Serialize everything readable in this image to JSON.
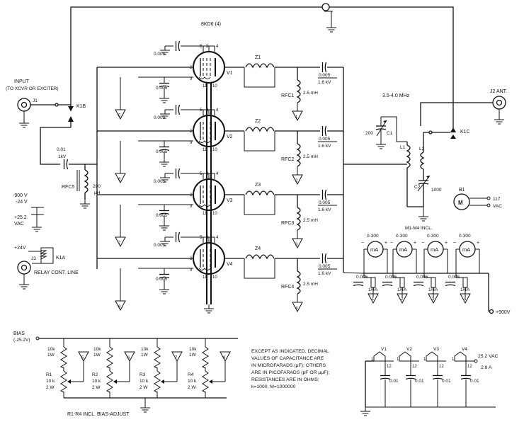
{
  "tubes": {
    "type_label": "8KD6 (4)",
    "names": [
      "V1",
      "V2",
      "V3",
      "V4"
    ],
    "pin_labels": {
      "p5": "5",
      "p3": "3",
      "p4": "4",
      "p2": "2",
      "p9": "9",
      "p11": "11",
      "p10": "10"
    }
  },
  "input": {
    "jack": "J1",
    "label_line1": "INPUT",
    "label_line2": "(TO XCVR OR EXCITER)",
    "relay_contact": "K1B"
  },
  "output": {
    "jack": "J2",
    "label": "J2 ANT.",
    "relay_contact": "K1C",
    "band": "3.5-4.0 MHz"
  },
  "input_network": {
    "cap_value": "0.01",
    "cap_voltage": "1kV",
    "choke_name": "RFC5",
    "choke_value_line1": "200",
    "choke_value_line2": "μH"
  },
  "stages": [
    {
      "tube": "V1",
      "choke": "RFC1",
      "choke_value": "2.5 mH",
      "plate_coil": "Z1",
      "bypass": "0.005",
      "coupling_value": "0.005",
      "coupling_voltage": "1.6 kV",
      "bias_tag": "5",
      "rfc_tag": "1"
    },
    {
      "tube": "V2",
      "choke": "RFC2",
      "choke_value": "2.5 mH",
      "plate_coil": "Z2",
      "bypass": "0.005",
      "coupling_value": "0.005",
      "coupling_voltage": "1.6 kV",
      "bias_tag": "6",
      "rfc_tag": "2"
    },
    {
      "tube": "V3",
      "choke": "RFC3",
      "choke_value": "2.5 mH",
      "plate_coil": "Z3",
      "bypass": "0.005",
      "coupling_value": "0.005",
      "coupling_voltage": "1.6 kV",
      "bias_tag": "7",
      "rfc_tag": "3"
    },
    {
      "tube": "V4",
      "choke": "RFC4",
      "choke_value": "2.5 mH",
      "plate_coil": "Z4",
      "bypass": "0.005",
      "coupling_value": "0.005",
      "coupling_voltage": "1.6 kV",
      "bias_tag": "8",
      "rfc_tag": "4"
    }
  ],
  "screen_bypass": "0.005",
  "tank": {
    "c1_value": "200",
    "c1_label": "C1",
    "l1_label": "L1",
    "l2_label": "L2",
    "c2_label": "C2",
    "c2_value": "1000"
  },
  "power_in": {
    "line1": "-900 V",
    "line2": "-24 V",
    "line3": "+25.2",
    "line4": "VAC"
  },
  "relay_in": {
    "voltage": "+24V",
    "relay": "K1A",
    "jack": "J3",
    "line_label": "RELAY CONT. LINE"
  },
  "fan": {
    "name": "B1",
    "symbol": "M",
    "v1": "117",
    "v2": "VAC"
  },
  "meters": {
    "header": "M1-M4 INCL.",
    "range": "0-300",
    "symbol": "mA",
    "cap_value": "0.005",
    "fuse_value": "1/4A",
    "b_plus": "+900V",
    "tags": [
      "1",
      "2",
      "3",
      "4"
    ]
  },
  "bias": {
    "label_line1": "BIAS",
    "label_line2": "(-25.2V)",
    "fixed_value": "10k",
    "fixed_watts": "1W",
    "pots": [
      {
        "name": "R1",
        "value": "10 k",
        "watts": "2 W",
        "tag": "5"
      },
      {
        "name": "R2",
        "value": "10 k",
        "watts": "2 W",
        "tag": "6"
      },
      {
        "name": "R3",
        "value": "10 k",
        "watts": "2 W",
        "tag": "7"
      },
      {
        "name": "R4",
        "value": "10 k",
        "watts": "2 W",
        "tag": "8"
      }
    ],
    "caption": "R1-R4 INCL. BIAS-ADJUST"
  },
  "notes": [
    "EXCEPT AS INDICATED, DECIMAL",
    "VALUES OF CAPACITANCE ARE",
    "IN MICROFARADS (μF); OTHERS",
    "ARE IN PICOFARADS (pF OR μμF);",
    "RESISTANCES ARE IN OHMS;",
    "k=1000, M=1000000"
  ],
  "heaters": {
    "tubes": [
      "V1",
      "V2",
      "V3",
      "V4"
    ],
    "pin_a": "1",
    "pin_b": "12",
    "cap_value": "0.01",
    "supply_v": "25.2 VAC",
    "supply_a": "2.8 A"
  }
}
